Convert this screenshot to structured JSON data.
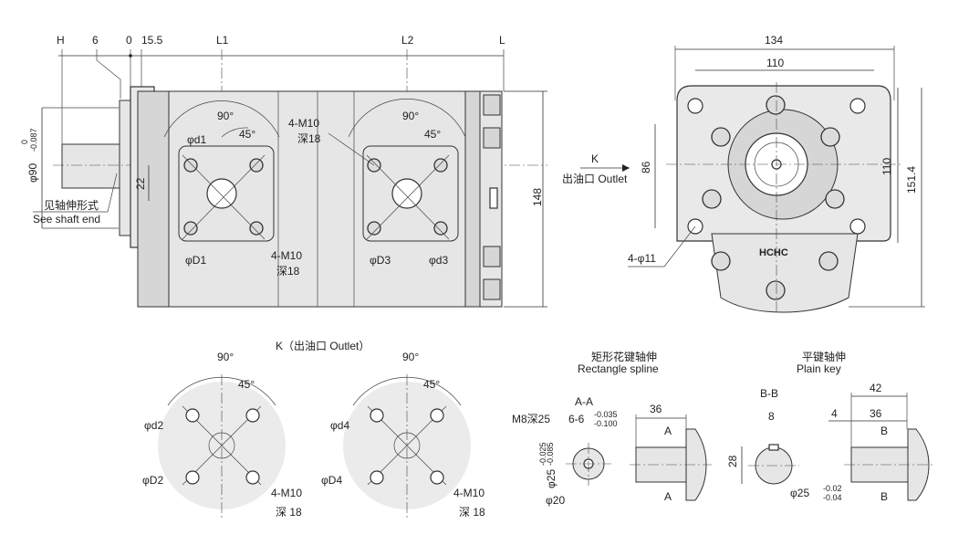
{
  "top_dims": {
    "h": "H",
    "six": "6",
    "zero": "0",
    "fifteen_five": "15.5",
    "l1": "L1",
    "l2": "L2",
    "l": "L"
  },
  "side_view": {
    "angle_90a": "90°",
    "angle_45a": "45°",
    "d1": "φd1",
    "D1": "φD1",
    "tap_a": "4-M10",
    "tap_a_depth": "深18",
    "tap_b": "4-M10",
    "tap_b_depth": "深18",
    "angle_90b": "90°",
    "angle_45b": "45°",
    "D3": "φD3",
    "d3": "φd3",
    "shaft_dia": "φ90",
    "shaft_dia_upper": "0",
    "shaft_dia_lower": "-0.087",
    "dim_22": "22",
    "shaft_note_cn": "见轴伸形式",
    "shaft_note_en": "See shaft end",
    "dim_148": "148"
  },
  "k_view_arrow": {
    "k": "K",
    "label": "出油口 Outlet"
  },
  "front_view": {
    "w134": "134",
    "w110": "110",
    "h86": "86",
    "h110": "110",
    "h151": "151.4",
    "holes": "4-φ11",
    "brand": "HCHC"
  },
  "k_view": {
    "title": "K（出油口 Outlet）",
    "left": {
      "a90": "90°",
      "a45": "45°",
      "d": "φd2",
      "D": "φD2",
      "tap": "4-M10",
      "depth": "深 18"
    },
    "right": {
      "a90": "90°",
      "a45": "45°",
      "d": "φd4",
      "D": "φD4",
      "tap": "4-M10",
      "depth": "深 18"
    }
  },
  "spline": {
    "title_cn": "矩形花键轴伸",
    "title_en": "Rectangle spline",
    "section": "A-A",
    "m8": "M8深25",
    "spec": "6-6",
    "spec_upper": "-0.035",
    "spec_lower": "-0.100",
    "dia": "φ25",
    "dia_upper": "-0.025",
    "dia_lower": "-0.085",
    "dia20": "φ20",
    "dim36": "36",
    "a_top": "A",
    "a_bottom": "A"
  },
  "key": {
    "title_cn": "平键轴伸",
    "title_en": "Plain  key",
    "section": "B-B",
    "w8": "8",
    "h28": "28",
    "dia": "φ25",
    "dia_upper": "-0.02",
    "dia_lower": "-0.04",
    "dim42": "42",
    "dim4": "4",
    "dim36": "36",
    "b_top": "B",
    "b_bottom": "B"
  }
}
